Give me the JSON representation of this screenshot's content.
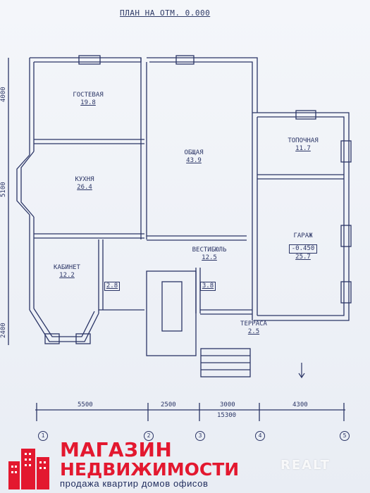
{
  "plan": {
    "title": "ПЛАН НА ОТМ. 0.000",
    "rooms": [
      {
        "name": "ГОСТЕВАЯ",
        "area": "19.8"
      },
      {
        "name": "КУХНЯ",
        "area": "26.4"
      },
      {
        "name": "ОБЩАЯ",
        "area": "43.9"
      },
      {
        "name": "ТОПОЧНАЯ",
        "area": "11.7"
      },
      {
        "name": "ГАРАЖ",
        "area": "25.7"
      },
      {
        "name": "ВЕСТИБЮЛЬ",
        "area": "12.5"
      },
      {
        "name": "КАБИНЕТ",
        "area": "12.2"
      },
      {
        "name": "",
        "area": "2.8"
      },
      {
        "name": "",
        "area": "3.8"
      },
      {
        "name": "ТЕРРАСА",
        "area": "2.5"
      }
    ],
    "garage_level": "-0.450",
    "bottom_dims": [
      "5500",
      "2500",
      "3000",
      "4300"
    ],
    "total_dim": "15300",
    "axes": [
      "1",
      "2",
      "3",
      "4",
      "5"
    ],
    "side_dims": [
      "4000",
      "5100",
      "2400"
    ]
  },
  "banner": {
    "line1": "МАГАЗИН",
    "line2": "НЕДВИЖИМОСТИ",
    "line3": "продажа квартир домов офисов",
    "watermark": "REALT",
    "colors": {
      "brand_red": "#e3182f",
      "navy": "#1e2b5c"
    }
  }
}
